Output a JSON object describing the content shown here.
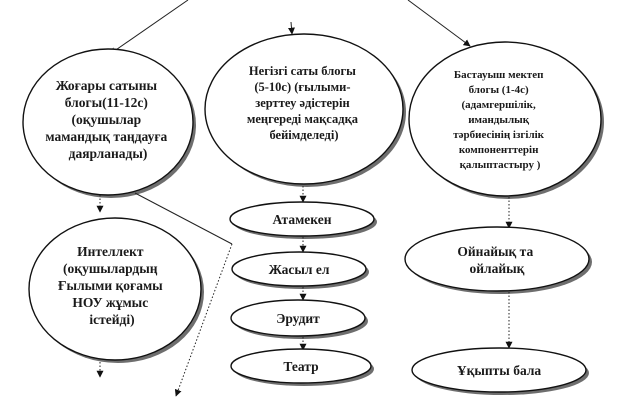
{
  "nodes": {
    "upper": {
      "lines": [
        "Жоғары сатыны",
        "блогы(11-12с)",
        "(оқушылар",
        "мамандық таңдауға",
        "даярланады)"
      ]
    },
    "middle": {
      "lines": [
        "Негізгі саты блогы",
        "(5-10с) (ғылыми-",
        "зерттеу әдістерін",
        "меңгереді мақсадқа",
        "бейімделеді)"
      ]
    },
    "primary": {
      "lines": [
        "Бастауыш мектеп",
        "блогы (1-4с)",
        "(адамгершілік,",
        "имандылық",
        "тәрбиесінің ізгілік",
        "компоненттерін",
        "қалыптастыру )"
      ]
    },
    "intellect": {
      "lines": [
        "Интеллект",
        "(оқушылардың",
        "Ғылыми қоғамы",
        "НОУ жұмыс",
        "істейді)"
      ]
    },
    "atameken": {
      "label": "Атамекен"
    },
    "zhasyl": {
      "label": "Жасыл ел"
    },
    "erudit": {
      "label": "Эрудит"
    },
    "teatr": {
      "label": "Театр"
    },
    "oinaiyk": {
      "lines": [
        "Ойнайық та",
        "ойлайық"
      ]
    },
    "uqypty": {
      "label": "Ұқыпты бала"
    }
  }
}
